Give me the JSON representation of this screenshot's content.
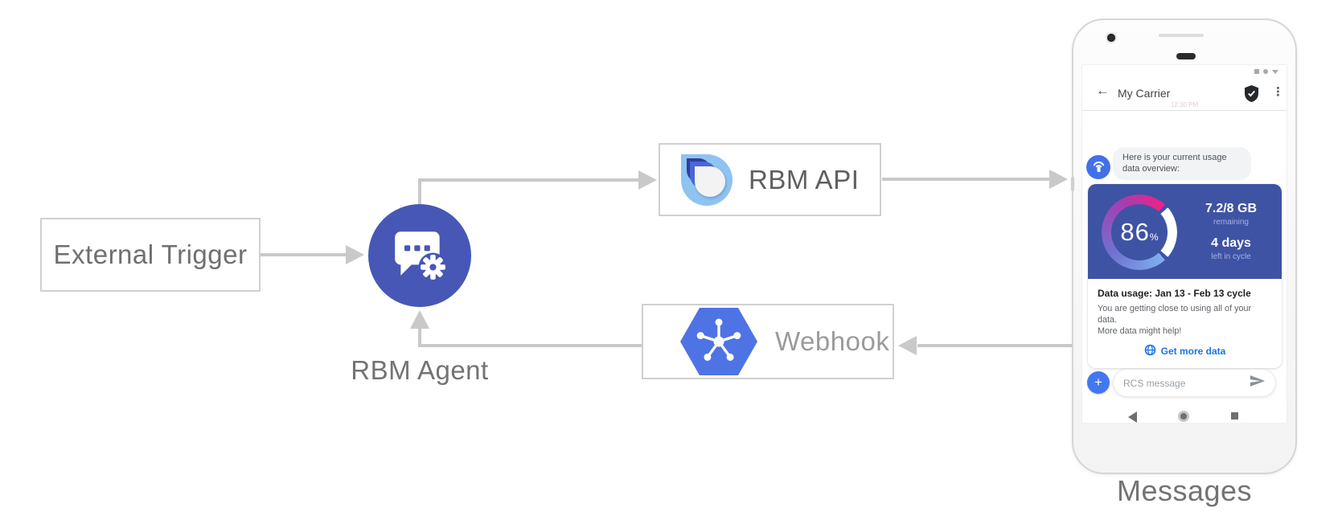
{
  "colors": {
    "agent_node_blue": "#4757b6",
    "arrow_gray": "#c9c9c9",
    "card_blue": "#3e53a4",
    "link_blue": "#1a73e8",
    "hexagon_blue": "#4e73e4",
    "logo_light_blue": "#8ec3f2",
    "gauge_gradient": [
      "#7fb0f0",
      "#6f72cf",
      "#a43fb2",
      "#ee2285"
    ]
  },
  "icons": {
    "back_glyph": "←",
    "menu_glyph": "⋮",
    "plus_glyph": "+",
    "agent_node": "chat-bubble-with-gear",
    "agent_avatar": "antenna-signal",
    "rbm_api_logo": "layered-teardrops",
    "webhook_logo": "hexagon-network-hub",
    "header_badge": "shield-check",
    "status_icons": [
      "square",
      "circle",
      "triangle-down"
    ],
    "nav_icons": [
      "back-triangle",
      "home-circle",
      "recents-square"
    ]
  },
  "diagram": {
    "external_trigger_label": "External Trigger",
    "rbm_agent_label": "RBM Agent",
    "rbm_api_label": "RBM API",
    "webhook_label": "Webhook",
    "messages_caption": "Messages"
  },
  "phone": {
    "header": {
      "title": "My Carrier",
      "timestamp": "12:30 PM"
    },
    "chat": {
      "bubble_line1": "Here is your current usage",
      "bubble_line2": "data overview:"
    },
    "usage_card": {
      "percent": "86",
      "percent_unit": "%",
      "quota": "7.2/8 GB",
      "quota_caption": "remaining",
      "days_left": "4 days",
      "days_caption": "left in cycle",
      "title": "Data usage: Jan 13 - Feb 13 cycle",
      "body_line1": "You are getting close to using all of your data.",
      "body_line2": "More data might help!",
      "action": "Get more data"
    },
    "composer": {
      "placeholder": "RCS message"
    }
  }
}
